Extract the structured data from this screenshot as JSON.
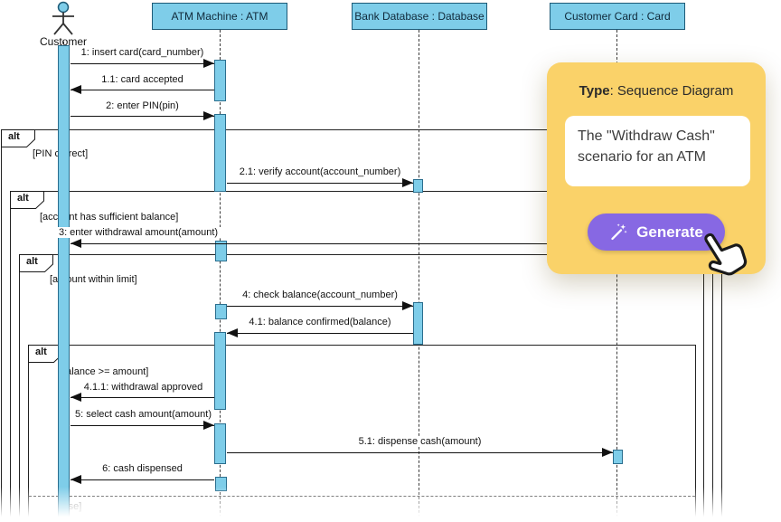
{
  "diagram": {
    "actor": {
      "name": "Customer"
    },
    "lifelines": [
      {
        "label": "ATM Machine : ATM"
      },
      {
        "label": "Bank Database : Database"
      },
      {
        "label": "Customer Card : Card"
      }
    ],
    "fragments": [
      {
        "operator": "alt",
        "guard": "[PIN correct]"
      },
      {
        "operator": "alt",
        "guard": "[account has sufficient balance]"
      },
      {
        "operator": "alt",
        "guard": "[amount within limit]"
      },
      {
        "operator": "alt",
        "guard": "[balance >= amount]",
        "else_guard": "[else]"
      }
    ],
    "messages": [
      {
        "label": "1: insert card(card_number)"
      },
      {
        "label": "1.1: card accepted"
      },
      {
        "label": "2: enter PIN(pin)"
      },
      {
        "label": "2.1: verify account(account_number)"
      },
      {
        "label": "3: enter withdrawal amount(amount)"
      },
      {
        "label": "4: check balance(account_number)"
      },
      {
        "label": "4.1: balance confirmed(balance)"
      },
      {
        "label": "4.1.1: withdrawal approved"
      },
      {
        "label": "5: select cash amount(amount)"
      },
      {
        "label": "5.1: dispense cash(amount)"
      },
      {
        "label": "6: cash dispensed"
      }
    ],
    "colors": {
      "shape_fill": "#7ECDE9",
      "shape_border": "#1D5A77",
      "activation_border": "#2A6E8E",
      "frame_border": "#222222"
    }
  },
  "overlay": {
    "type_label": "Type",
    "type_rest": ": Sequence Diagram",
    "description": "The \"Withdraw Cash\" scenario for an ATM",
    "generate_button": "Generate",
    "colors": {
      "card_bg": "#FAD269",
      "button_bg": "#8768E3",
      "button_text": "#FFFFFF"
    }
  }
}
